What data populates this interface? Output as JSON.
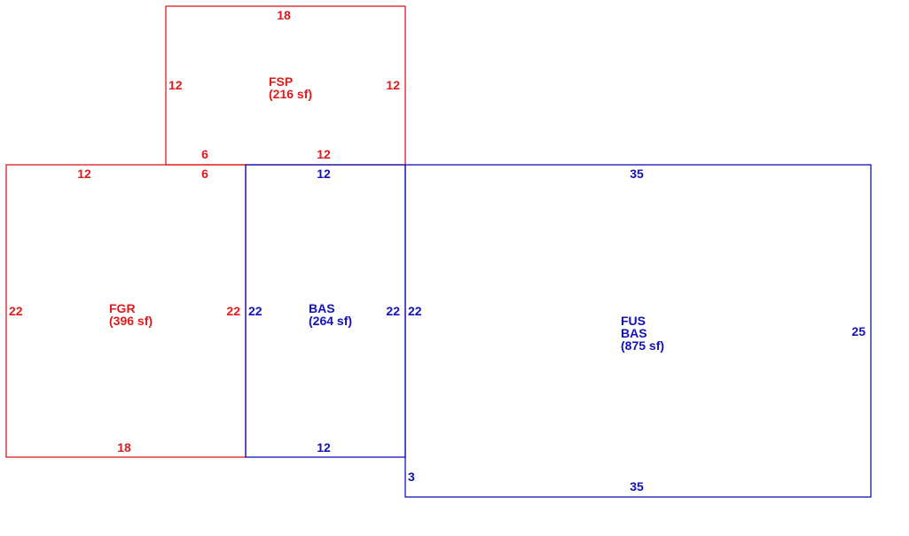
{
  "colors": {
    "red": "#e01b1b",
    "blue": "#1111bb"
  },
  "areas": {
    "fsp": {
      "code": "FSP",
      "area": "(216 sf)"
    },
    "fgr": {
      "code": "FGR",
      "area": "(396 sf)"
    },
    "bas_small": {
      "code": "BAS",
      "area": "(264 sf)"
    },
    "fus_bas": {
      "code1": "FUS",
      "code2": "BAS",
      "area": "(875 sf)"
    }
  },
  "dims": {
    "fsp_top": "18",
    "fsp_left": "12",
    "fsp_right": "12",
    "fsp_bottom_left": "6",
    "fsp_bottom_right": "12",
    "fgr_top_left": "12",
    "fgr_top_right": "6",
    "fgr_left": "22",
    "fgr_right": "22",
    "fgr_bottom": "18",
    "bas_top": "12",
    "bas_left": "22",
    "bas_right": "22",
    "bas_bottom": "12",
    "fus_top": "35",
    "fus_left": "22",
    "fus_right": "25",
    "fus_step": "3",
    "fus_bottom": "35"
  }
}
